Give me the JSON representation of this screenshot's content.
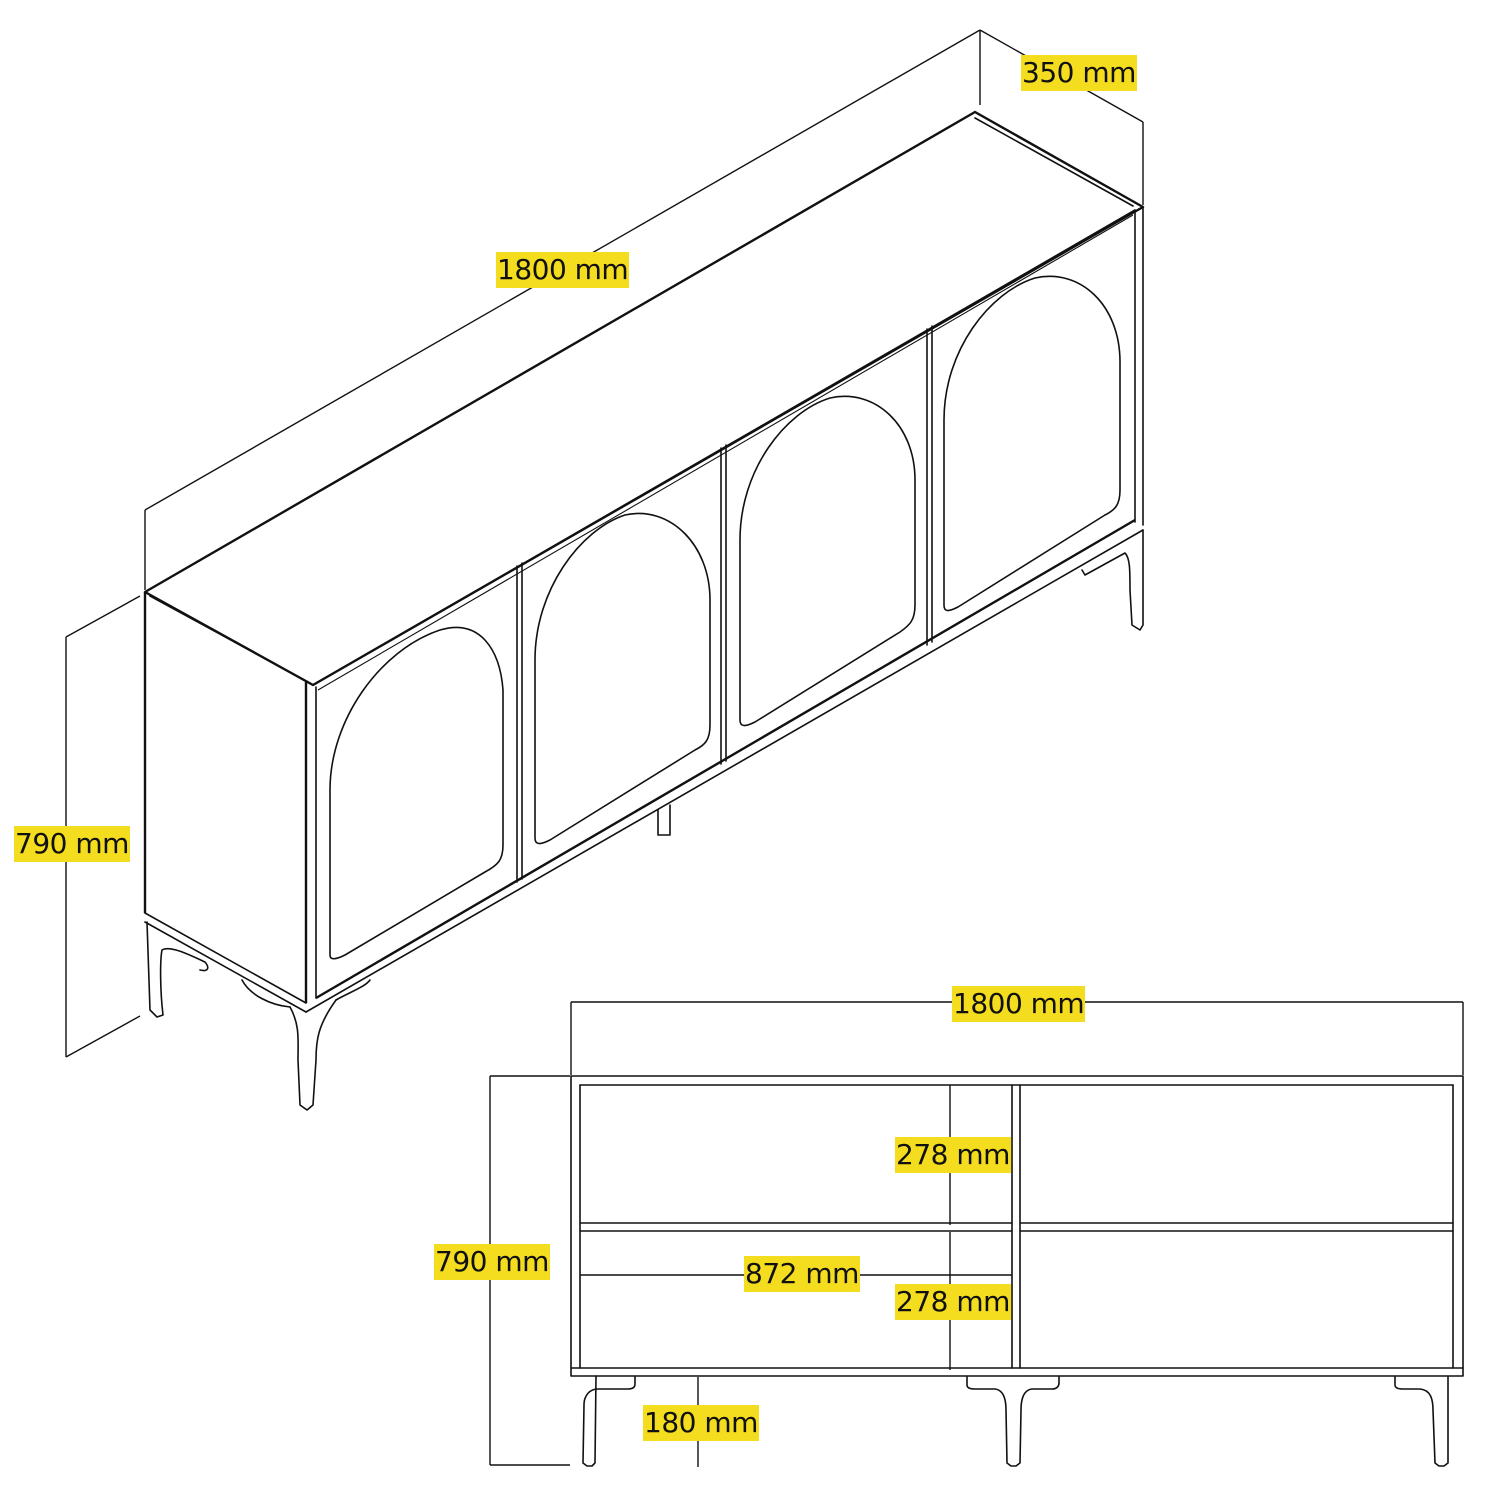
{
  "diagram": {
    "type": "furniture-dimension-drawing",
    "subject": "four-door sideboard with arched door panels",
    "highlight_color": "#f4dc1f",
    "line_color": "#111111",
    "isometric_view": {
      "labels": {
        "depth": "350 mm",
        "width": "1800 mm",
        "height": "790 mm"
      },
      "door_count": 4
    },
    "front_view": {
      "labels": {
        "width": "1800 mm",
        "height": "790 mm",
        "shelf_upper": "278 mm",
        "shelf_lower": "278 mm",
        "compartment_width": "872 mm",
        "leg_height": "180 mm"
      },
      "compartments": 2,
      "shelves_per_compartment": 2
    }
  }
}
